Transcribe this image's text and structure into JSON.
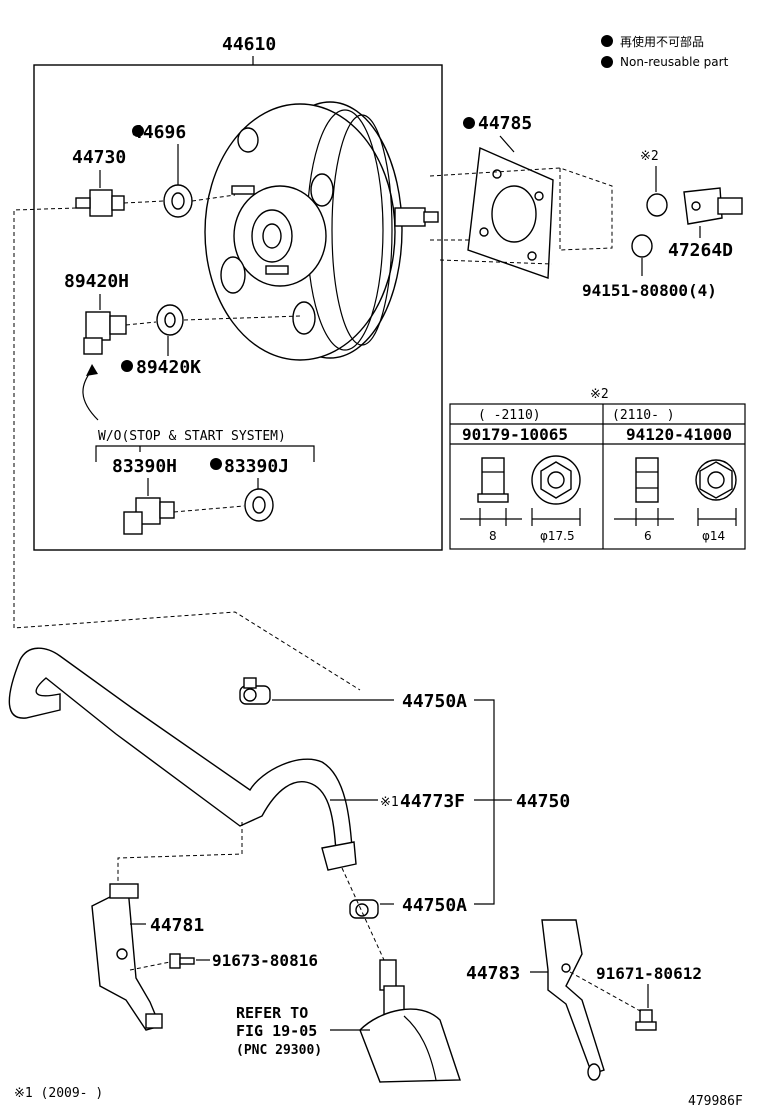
{
  "legend": {
    "jp": "再使用不可部品",
    "en": "Non-reusable part"
  },
  "parts": {
    "p44610": "44610",
    "p44696": "44696",
    "p44730": "44730",
    "p44785": "44785",
    "p47264D": "47264D",
    "p94151": "94151-80800(4)",
    "p89420H": "89420H",
    "p89420K": "89420K",
    "note_wo": "W/O(STOP & START SYSTEM)",
    "p83390H": "83390H",
    "p83390J": "83390J",
    "note2": "※2",
    "p44750A_top": "44750A",
    "p44773F": "44773F",
    "note1_mark": "※1",
    "p44750": "44750",
    "p44750A_bottom": "44750A",
    "p44781": "44781",
    "p91673": "91673-80816",
    "p44783": "44783",
    "p91671": "91671-80612",
    "refer_line1": "REFER TO",
    "refer_line2": "FIG 19-05",
    "refer_line3": "(PNC 29300)",
    "footnote1": "※1 (2009-     )",
    "diagram_id": "479986F"
  },
  "nut_table": {
    "header_mark": "※2",
    "col1_range": "(     -2110)",
    "col2_range": "(2110-      )",
    "col1_part": "90179-10065",
    "col2_part": "94120-41000",
    "col1_width": "8",
    "col1_dia": "φ17.5",
    "col2_width": "6",
    "col2_dia": "φ14"
  }
}
